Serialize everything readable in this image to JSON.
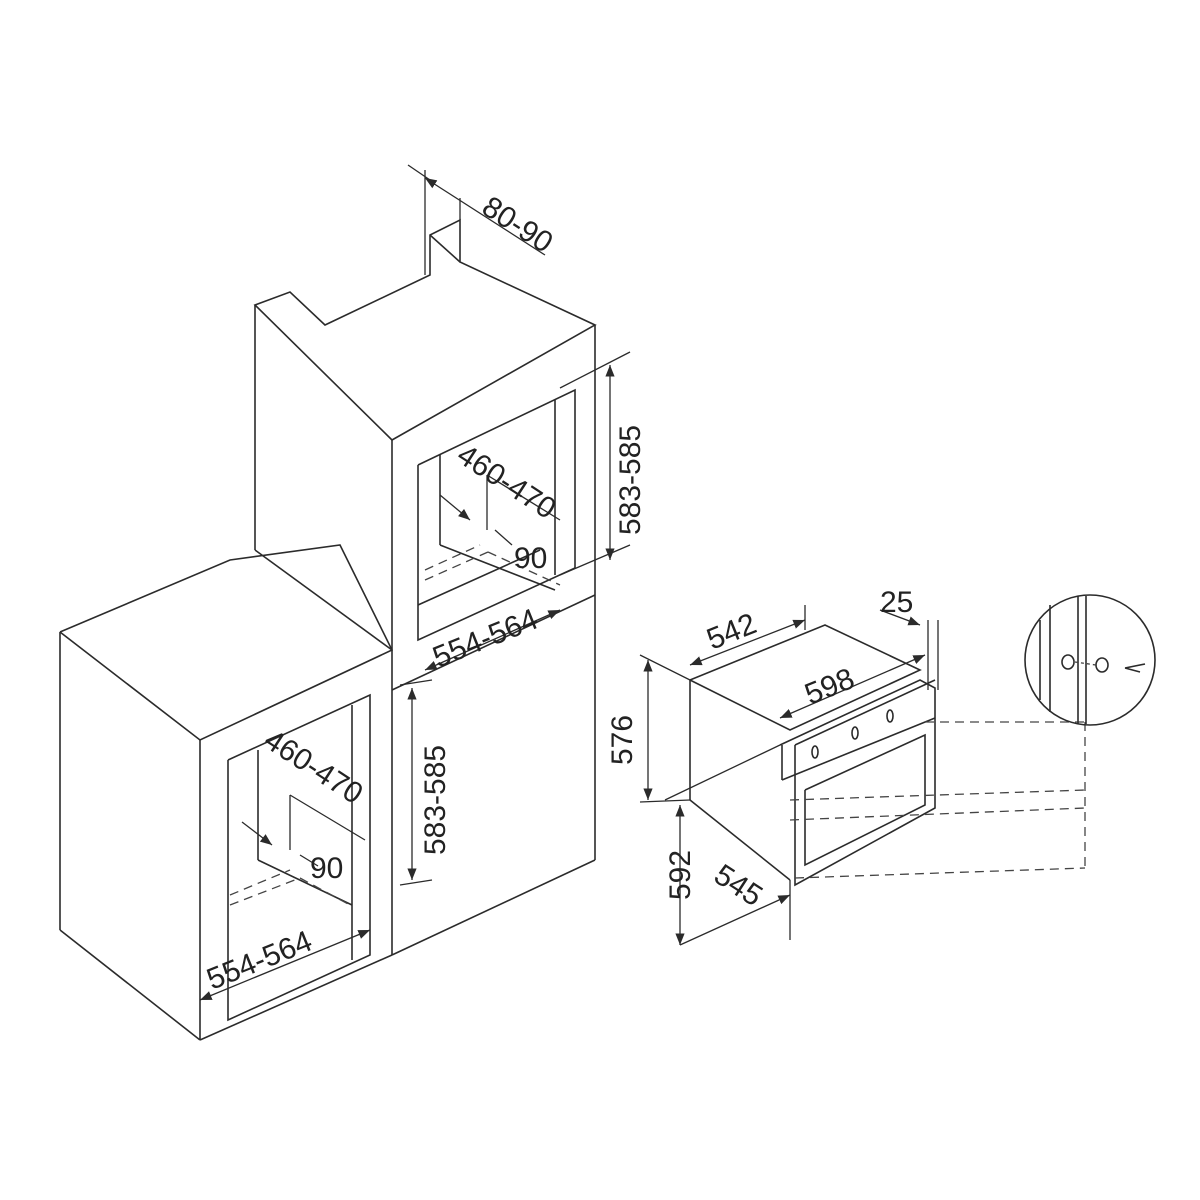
{
  "diagram": {
    "colors": {
      "line": "#2b2b2b",
      "background": "#ffffff"
    },
    "tall_cabinet": {
      "chimney_depth": "80-90",
      "niche_height": "583-585",
      "niche_depth": "460-470",
      "rear_gap": "90",
      "niche_width": "554-564"
    },
    "base_cabinet": {
      "niche_height": "583-585",
      "niche_depth": "460-470",
      "rear_gap": "90",
      "niche_width": "554-564"
    },
    "oven": {
      "body_depth": "542",
      "front_thickness": "25",
      "width": "598",
      "body_height": "576",
      "front_height": "592",
      "total_depth": "545"
    }
  }
}
